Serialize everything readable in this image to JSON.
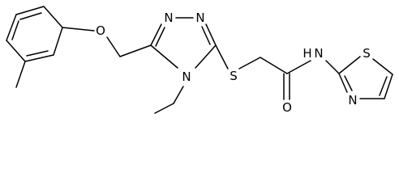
{
  "molecule": {
    "atoms": {
      "ether_oxygen": "O",
      "triazole_n1": "N",
      "triazole_n2": "N",
      "triazole_n4": "N",
      "thioether_sulfur": "S",
      "carbonyl_oxygen": "O",
      "amide_nitrogen": "N",
      "amide_hydrogen": "H",
      "thiazole_sulfur": "S",
      "thiazole_nitrogen": "N"
    }
  }
}
